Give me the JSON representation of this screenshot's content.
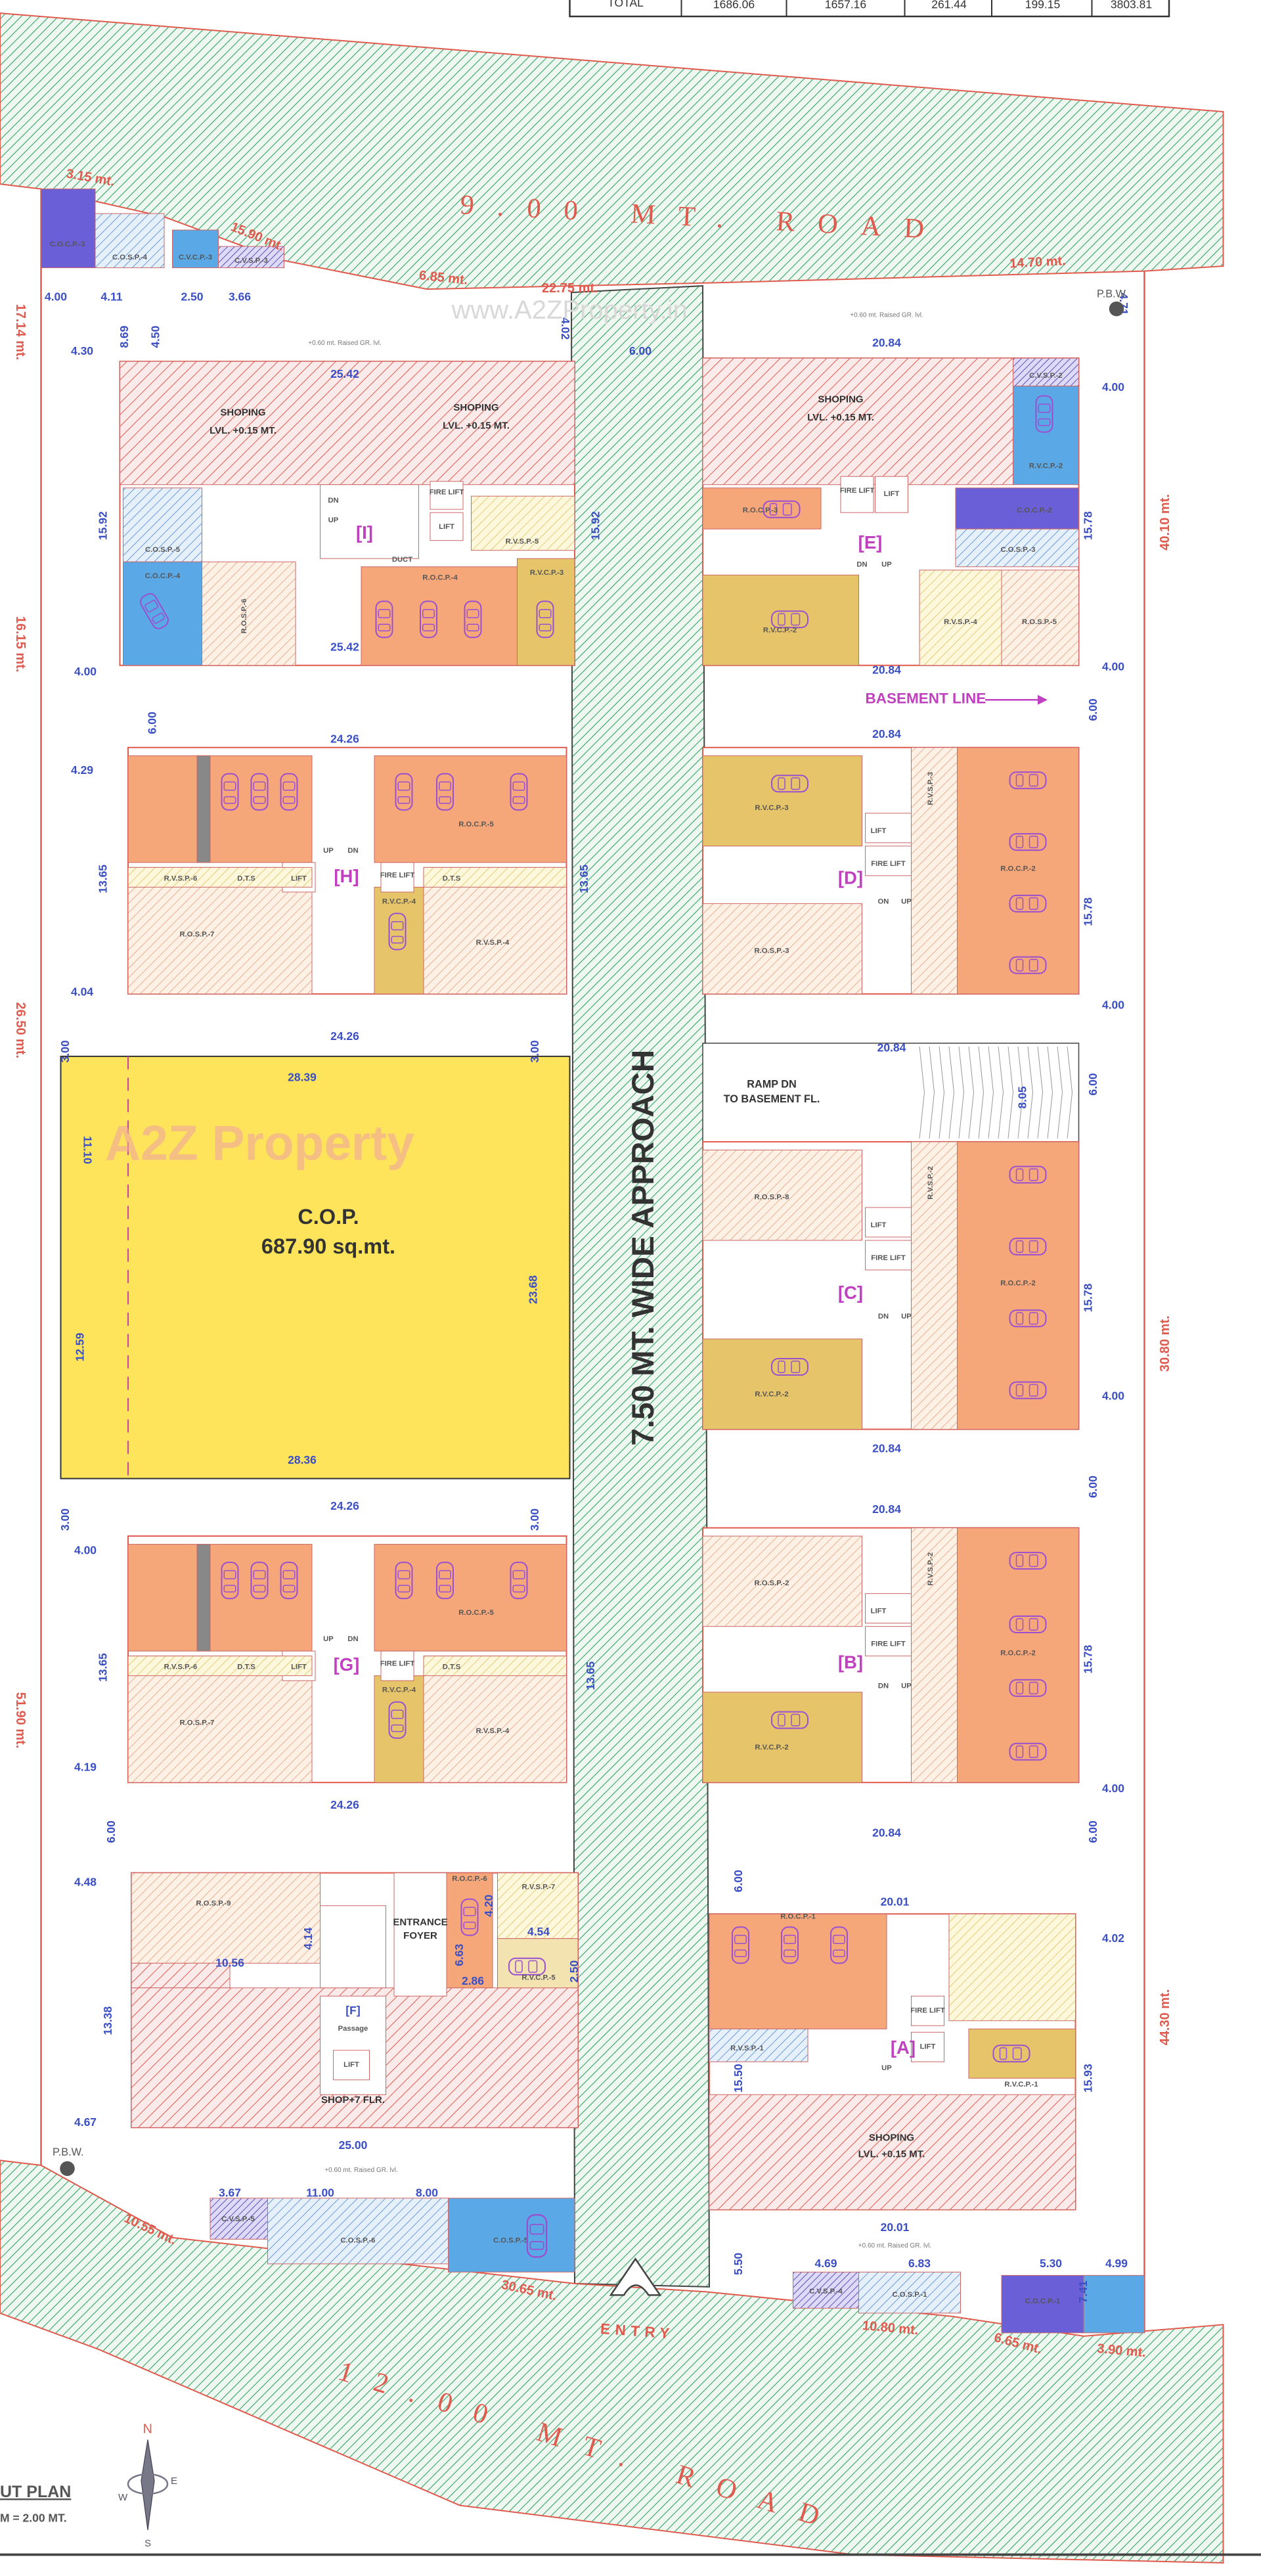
{
  "table": {
    "row_label": "TOTAL",
    "values": [
      "1686.06",
      "1657.16",
      "261.44",
      "199.15",
      "3803.81"
    ]
  },
  "roads": {
    "north": "9.00 MT. ROAD",
    "south": "12.00 MT. ROAD",
    "approach": "7.50 MT. WIDE APPROACH",
    "entry": "ENTRY"
  },
  "watermarks": {
    "url": "www.A2ZProperty.in",
    "brand": "A2Z Property"
  },
  "cop": {
    "label": "C.O.P.",
    "area": "687.90 sq.mt."
  },
  "basement_line": "BASEMENT LINE",
  "ramp": {
    "line1": "RAMP DN",
    "line2": "TO BASEMENT FL."
  },
  "pbw": "P.B.W.",
  "raised_level": "+0.60 mt. Raised GR. lvl.",
  "legend": {
    "title": "UT PLAN",
    "scale": "M = 2.00 MT."
  },
  "compass": {
    "n": "N",
    "s": "S",
    "e": "E",
    "w": "W"
  },
  "colors": {
    "road": "#2e9a5e",
    "boundary": "#e05a4e",
    "dimension": "#3b4fc4",
    "cop": "#fde45a",
    "open_car": "#f5a77a",
    "covered_car": "#5aa9e6",
    "visitor_car": "#e6c46a",
    "shop": "#e05a4e"
  },
  "dims": {
    "boundary": [
      "3.15 mt.",
      "15.90 mt.",
      "6.85 mt.",
      "22.75 mt.",
      "14.70 mt.",
      "17.14 mt.",
      "16.15 mt.",
      "26.50 mt.",
      "51.90 mt.",
      "40.10 mt.",
      "30.80 mt.",
      "44.30 mt.",
      "10.55 mt.",
      "30.65 mt.",
      "10.80 mt.",
      "6.65 mt.",
      "3.90 mt."
    ],
    "plan": [
      "25.42",
      "25.42",
      "4.30",
      "4.00",
      "15.92",
      "15.92",
      "4.02",
      "6.00",
      "20.84",
      "20.84",
      "20.84",
      "20.84",
      "20.84",
      "20.84",
      "20.84",
      "4.00",
      "4.00",
      "15.78",
      "15.78",
      "15.78",
      "15.78",
      "24.26",
      "24.26",
      "24.26",
      "24.26",
      "13.65",
      "13.65",
      "13.65",
      "13.65",
      "4.29",
      "4.04",
      "3.00",
      "3.00",
      "3.00",
      "3.00",
      "6.00",
      "6.00",
      "6.00",
      "6.00",
      "6.00",
      "6.00",
      "6.00",
      "28.39",
      "28.36",
      "23.68",
      "11.10",
      "12.59",
      "4.00",
      "4.19",
      "4.48",
      "13.38",
      "4.67",
      "25.00",
      "20.01",
      "20.01",
      "4.02",
      "15.93",
      "4.00",
      "4.00",
      "4.00",
      "15.50",
      "5.50",
      "4.00",
      "2.50",
      "3.66",
      "4.11",
      "8.69",
      "4.50",
      "11.00",
      "3.67",
      "8.00",
      "7.41",
      "4.99",
      "5.30",
      "6.83",
      "4.69",
      "8.05",
      "4.71"
    ]
  },
  "buildings": {
    "I": [
      "SHOPING",
      "LVL. +0.15 MT.",
      "SHOPING",
      "LVL. +0.15 MT.",
      "[I]",
      "FIRE LIFT",
      "LIFT",
      "DN",
      "UP",
      "DUCT",
      "C.O.S.P.-5",
      "C.O.C.P.-4",
      "R.O.S.P.-6",
      "R.O.C.P.-4",
      "R.V.C.P.-3",
      "R.V.S.P.-5"
    ],
    "E": [
      "SHOPING",
      "LVL. +0.15 MT.",
      "[E]",
      "FIRE LIFT",
      "LIFT",
      "R.O.C.P.-3",
      "C.O.C.P.-2",
      "C.O.S.P.-3",
      "R.V.C.P.-2",
      "R.V.S.P.-4",
      "R.O.S.P.-5",
      "R.V.C.P.-2",
      "C.V.S.P.-2",
      "DN",
      "UP"
    ],
    "H": [
      "[H]",
      "LIFT",
      "FIRE LIFT",
      "D.T.S",
      "D.T.S",
      "UP",
      "DN",
      "R.O.C.P.-5",
      "R.V.S.P.-6",
      "R.V.S.P.-4",
      "R.O.S.P.-7",
      "R.V.C.P.-4"
    ],
    "G": [
      "[G]",
      "LIFT",
      "FIRE LIFT",
      "D.T.S",
      "D.T.S",
      "UP",
      "DN",
      "R.O.C.P.-5",
      "R.V.S.P.-6",
      "R.V.S.P.-4",
      "R.O.S.P.-7",
      "R.V.C.P.-4"
    ],
    "D": [
      "[D]",
      "LIFT",
      "FIRE LIFT",
      "R.O.S.P.-3",
      "R.V.C.P.-3",
      "R.O.C.P.-2",
      "R.V.S.P.-3",
      "ON",
      "UP"
    ],
    "C": [
      "[C]",
      "LIFT",
      "FIRE LIFT",
      "R.O.S.P.-8",
      "R.V.C.P.-2",
      "R.O.C.P.-2",
      "R.V.S.P.-2",
      "DN",
      "UP"
    ],
    "B": [
      "[B]",
      "LIFT",
      "FIRE LIFT",
      "R.O.S.P.-2",
      "R.V.C.P.-2",
      "R.O.C.P.-2",
      "R.V.S.P.-2",
      "DN",
      "UP"
    ],
    "A": [
      "[A]",
      "SHOPING",
      "LVL. +0.15 MT.",
      "FIRE LIFT",
      "LIFT",
      "R.V.S.P.-1",
      "R.O.C.P.-1",
      "R.V.C.P.-1",
      "UP"
    ],
    "F": [
      "[F]",
      "ENTRANCE",
      "FOYER",
      "SHOP+7 FLR.",
      "R.O.S.P.-9",
      "R.O.C.P.-6",
      "R.V.S.P.-7",
      "R.V.C.P.-5",
      "LIFT",
      "Passage",
      "4.14",
      "10.56",
      "6.63",
      "4.20",
      "4.54",
      "2.86",
      "2.50"
    ]
  },
  "pockets": [
    "C.O.C.P.-3",
    "C.O.S.P.-4",
    "C.V.C.P.-3",
    "C.V.S.P.-3",
    "C.V.S.P.-5",
    "C.O.S.P.-6",
    "C.O.S.P.-5",
    "C.V.S.P.-4",
    "C.O.S.P.-1",
    "C.O.C.P.-1"
  ]
}
